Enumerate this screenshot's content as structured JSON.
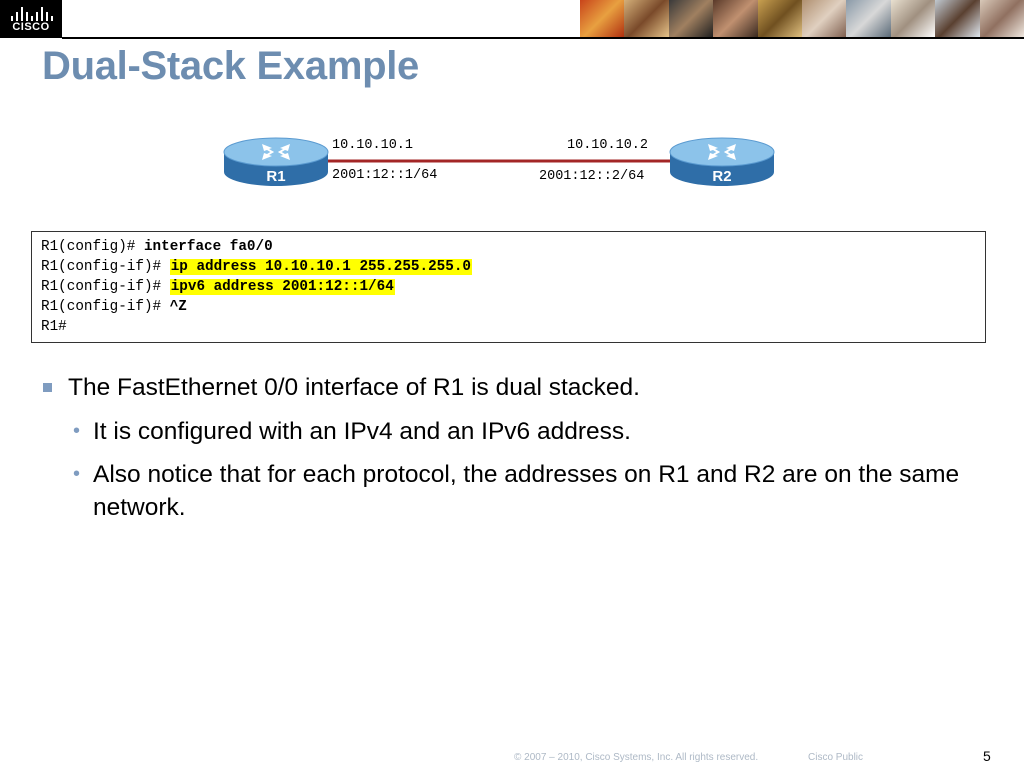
{
  "header": {
    "logo_text": "CISCO"
  },
  "slide": {
    "title": "Dual-Stack Example"
  },
  "diagram": {
    "routers": [
      {
        "name": "R1",
        "ipv4": "10.10.10.1",
        "ipv6": "2001:12::1/64"
      },
      {
        "name": "R2",
        "ipv4": "10.10.10.2",
        "ipv6": "2001:12::2/64"
      }
    ],
    "colors": {
      "router_body": "#3a7fc0",
      "router_top": "#7fbce9",
      "link": "#a32626"
    }
  },
  "config": {
    "lines": [
      {
        "prompt": "R1(config)# ",
        "command": "interface fa0/0",
        "highlight": false
      },
      {
        "prompt": "R1(config-if)# ",
        "command": "ip address 10.10.10.1 255.255.255.0",
        "highlight": true
      },
      {
        "prompt": "R1(config-if)# ",
        "command": "ipv6 address 2001:12::1/64",
        "highlight": true
      },
      {
        "prompt": "R1(config-if)# ",
        "command": "^Z",
        "highlight": false
      },
      {
        "prompt": "R1#",
        "command": "",
        "highlight": false
      }
    ],
    "highlight_color": "#ffff00"
  },
  "bullets": {
    "main": "The FastEthernet 0/0 interface of R1 is dual stacked.",
    "sub": [
      "It is configured with an IPv4 and an IPv6 address.",
      "Also notice that for each protocol, the addresses on R1 and R2 are on the same network."
    ]
  },
  "footer": {
    "copyright": "© 2007 – 2010, Cisco Systems, Inc. All rights reserved.",
    "classification": "Cisco Public",
    "page_number": "5"
  }
}
